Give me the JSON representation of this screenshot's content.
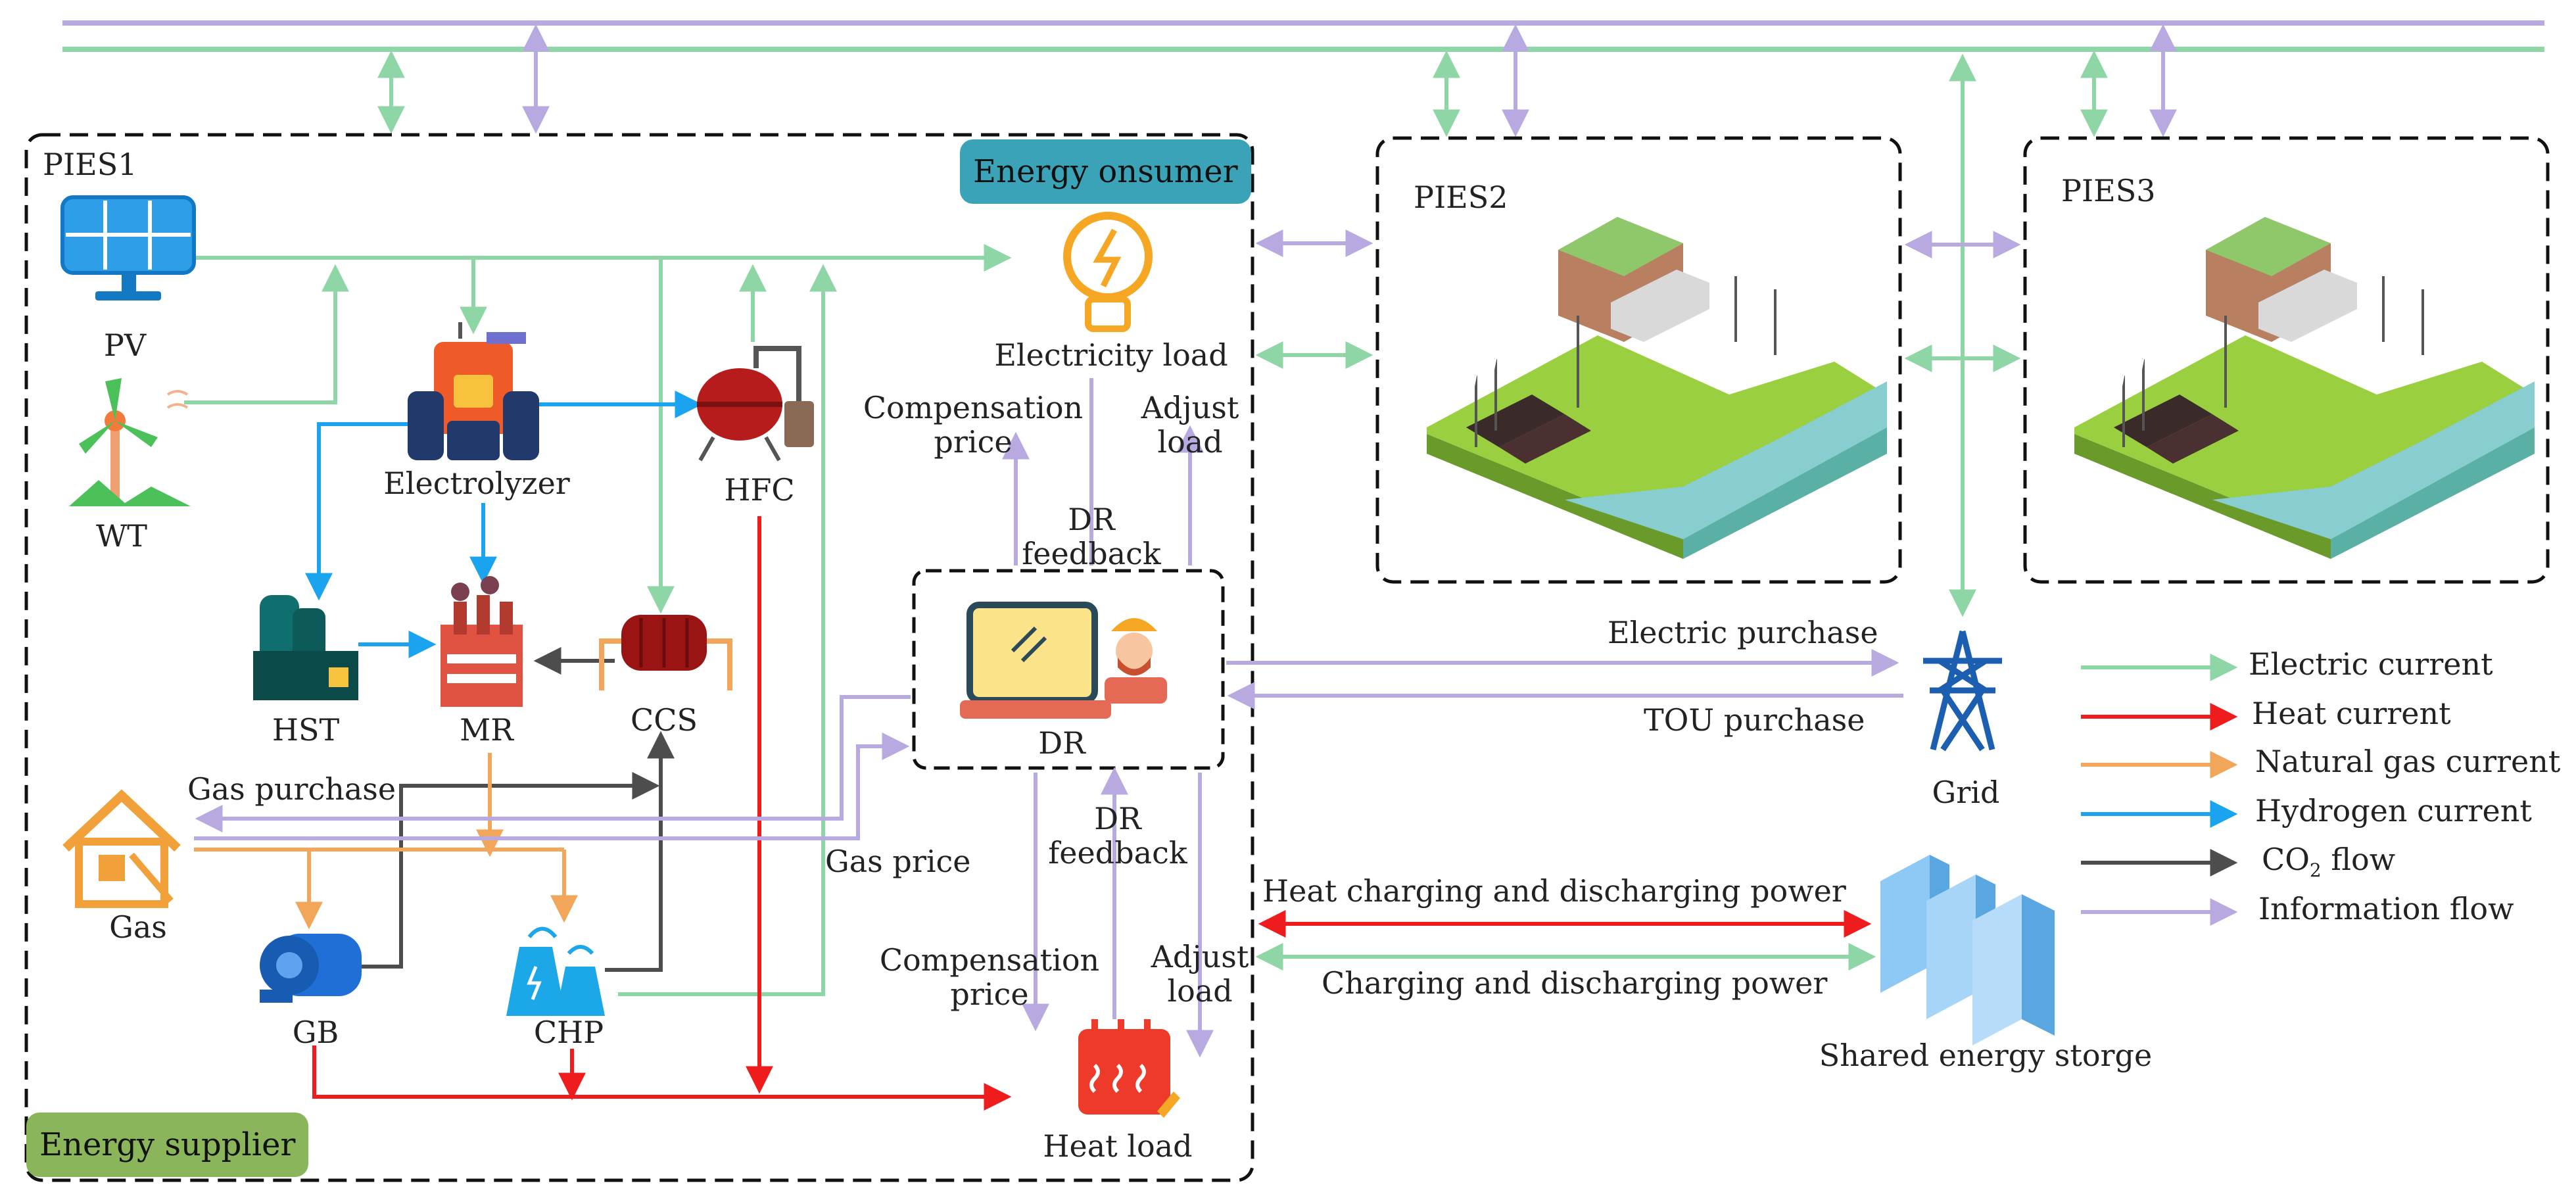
{
  "regions": {
    "pies1": "PIES1",
    "pies2": "PIES2",
    "pies3": "PIES3",
    "energy_consumer": "Energy onsumer",
    "energy_supplier": "Energy supplier"
  },
  "components": {
    "pv": "PV",
    "wt": "WT",
    "electrolyzer": "Electrolyzer",
    "hfc": "HFC",
    "hst": "HST",
    "mr": "MR",
    "ccs": "CCS",
    "gas": "Gas",
    "gb": "GB",
    "chp": "CHP",
    "dr": "DR",
    "electricity_load": "Electricity load",
    "heat_load": "Heat load",
    "grid": "Grid",
    "shared_storage": "Shared energy storge"
  },
  "flow_labels": {
    "compensation_price_top": "Compensation\nprice",
    "adjust_load_top": "Adjust\nload",
    "dr_feedback_top": "DR\nfeedback",
    "gas_purchase": "Gas purchase",
    "gas_price": "Gas price",
    "dr_feedback_bottom": "DR\nfeedback",
    "compensation_price_bottom": "Compensation\nprice",
    "adjust_load_bottom": "Adjust\nload",
    "electric_purchase": "Electric purchase",
    "tou_purchase": "TOU purchase",
    "heat_charging": "Heat charging and discharging power",
    "charging": "Charging and discharging power"
  },
  "legend": [
    {
      "label": "Electric current",
      "color": "#8fd6a6"
    },
    {
      "label": "Heat current",
      "color": "#ee1c1c"
    },
    {
      "label": "Natural gas current",
      "color": "#f2a65a"
    },
    {
      "label": "Hydrogen current",
      "color": "#1aa3ee"
    },
    {
      "label_main": "CO",
      "label_sub": "2",
      "label_tail": " flow",
      "color": "#4d4d4d"
    },
    {
      "label": "Information flow",
      "color": "#b8a9e0"
    }
  ],
  "colors": {
    "electric": "#8fd6a6",
    "heat": "#ee1c1c",
    "gas": "#f2a65a",
    "hydrogen": "#1aa3ee",
    "co2": "#4d4d4d",
    "info": "#b8a9e0",
    "consumer_badge": "#3ba3b8",
    "supplier_badge": "#8ab55a"
  }
}
